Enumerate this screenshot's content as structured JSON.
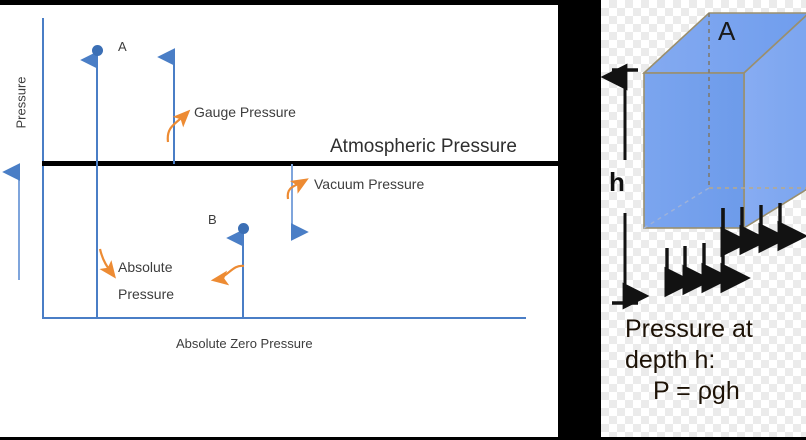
{
  "figure": {
    "left_panel": {
      "y_axis_title": "Pressure",
      "atmospheric_label": "Atmospheric Pressure",
      "absolute_zero_label": "Absolute Zero Pressure",
      "points": [
        {
          "id": "A",
          "label": "A"
        },
        {
          "id": "B",
          "label": "B"
        }
      ],
      "callouts": [
        {
          "id": "gauge",
          "label": "Gauge Pressure"
        },
        {
          "id": "vacuum",
          "label": "Vacuum Pressure"
        },
        {
          "id": "absolute",
          "label": "Absolute Pressure"
        }
      ],
      "colors": {
        "arrow_blue": "#4a7ec6",
        "dot_blue": "#3b6fb5",
        "callout_orange": "#ed8b33",
        "rule_black": "#000000"
      }
    },
    "right_panel": {
      "box_face_label": "A",
      "depth_label": "h",
      "caption_line_1": "Pressure at",
      "caption_line_2": "depth h:",
      "caption_line_3": "P = ρgh",
      "colors": {
        "box_fill": "#6f9ded",
        "box_edge": "#9a8f6e",
        "arrow_black": "#121212"
      }
    }
  }
}
